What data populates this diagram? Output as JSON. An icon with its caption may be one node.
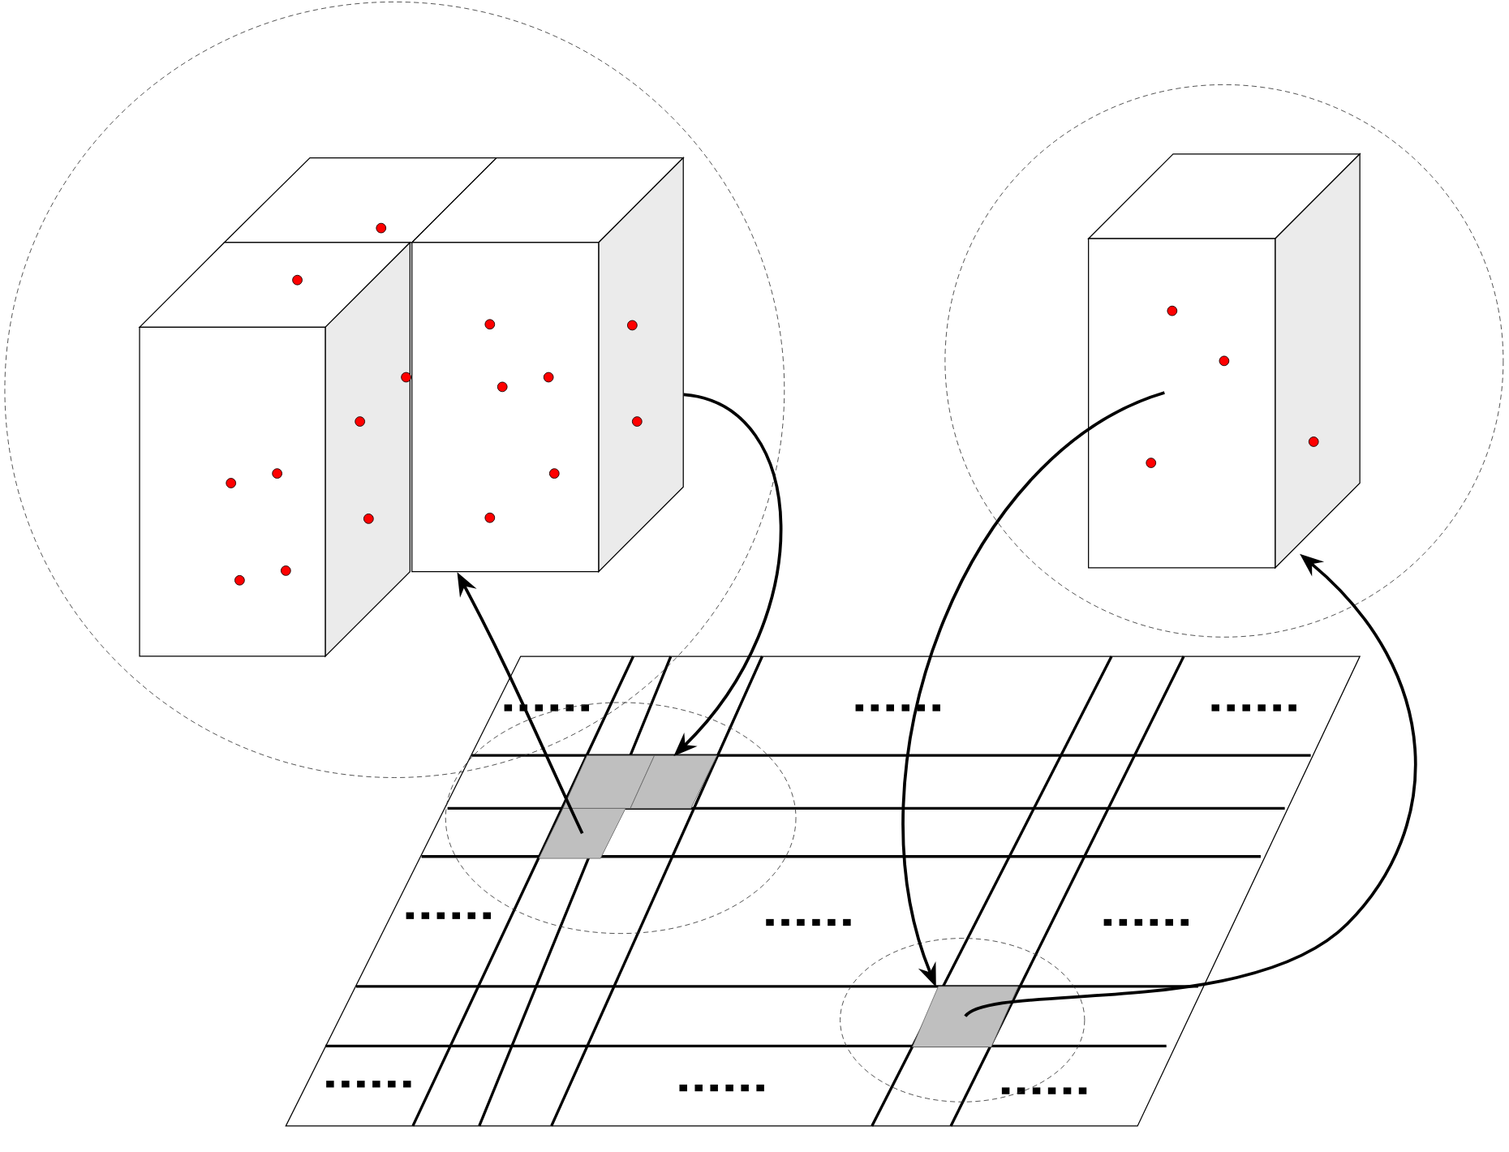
{
  "diagram": {
    "nodes": [
      {
        "text": [],
        "shape": "box"
      },
      {
        "text": [],
        "shape": "box"
      },
      {
        "text": [],
        "shape": "box"
      },
      {
        "text": [],
        "shape": "box"
      },
      {
        "text": [],
        "shape": "box"
      },
      {
        "text": [],
        "shape": "box"
      },
      {
        "text": [],
        "shape": "box"
      }
    ],
    "edges": [
      {
        "from": 5,
        "to": 1,
        "arrow": "to"
      },
      {
        "from": 1,
        "to": 4,
        "arrow": "to"
      },
      {
        "from": 2,
        "to": 6,
        "arrow": "to"
      },
      {
        "from": 6,
        "to": 2,
        "arrow": "to"
      }
    ]
  }
}
